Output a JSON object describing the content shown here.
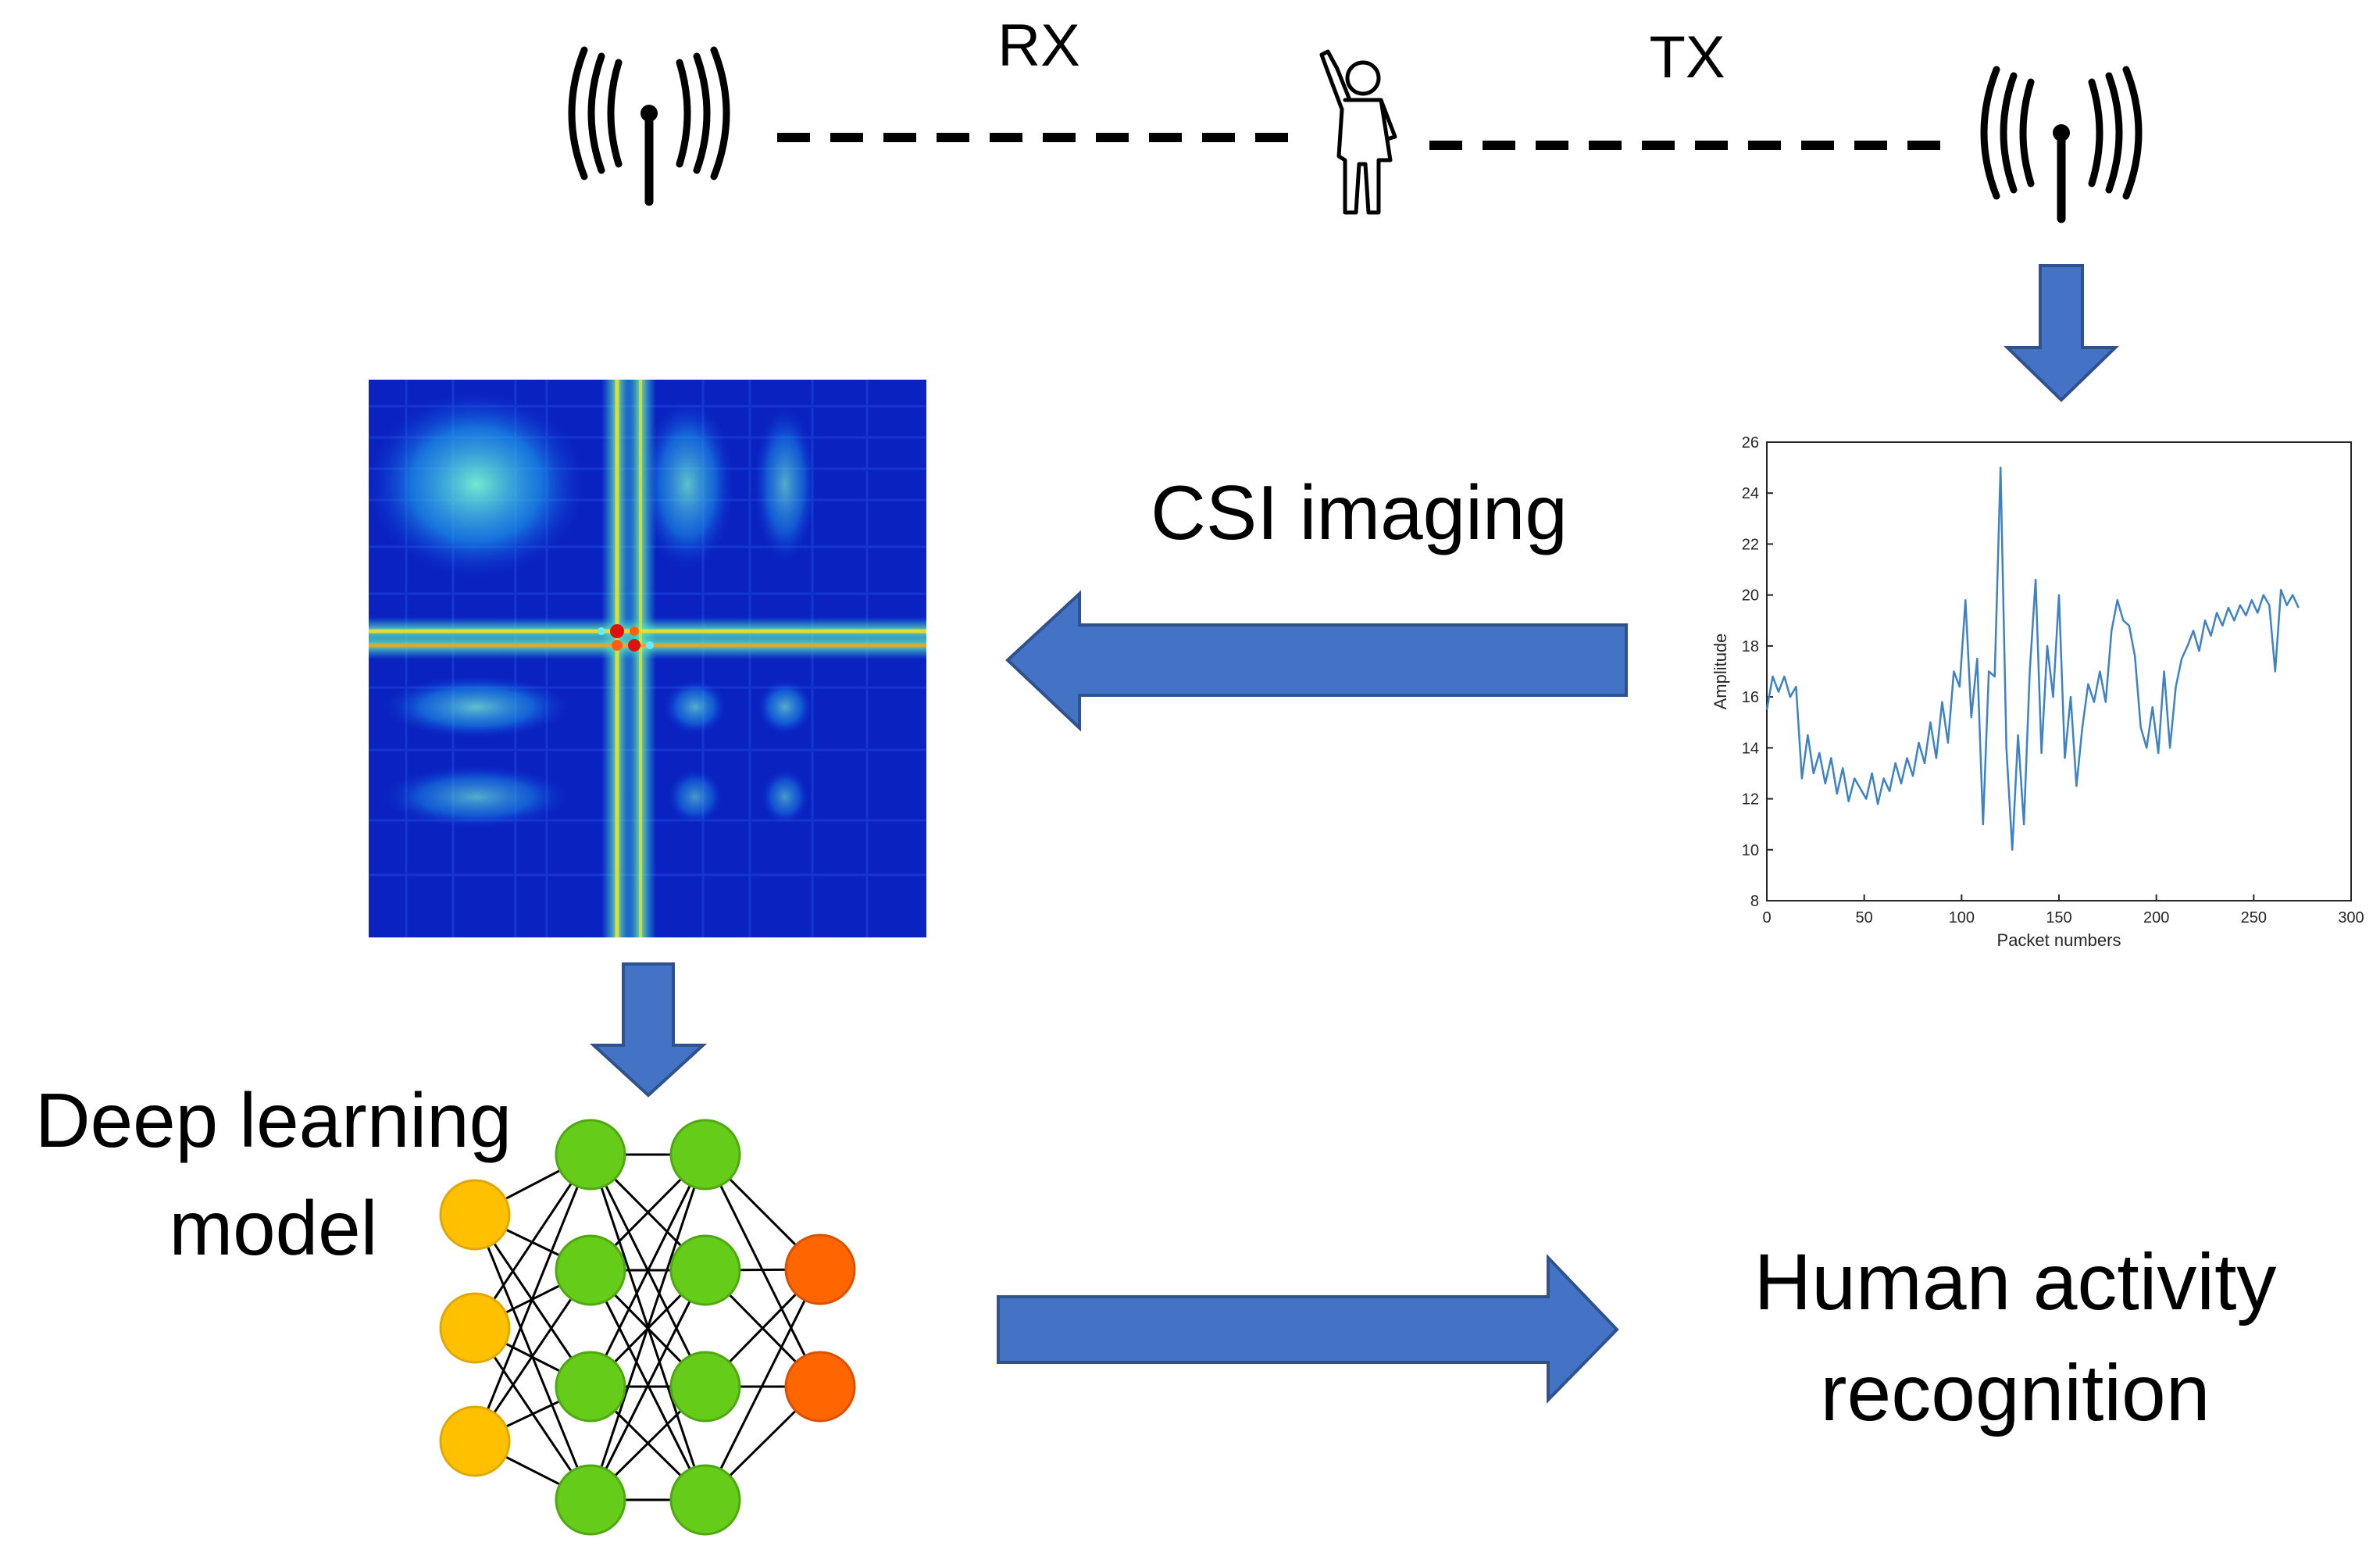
{
  "labels": {
    "rx": "RX",
    "tx": "TX",
    "csi_imaging": "CSI imaging",
    "deep_learning_line1": "Deep learning",
    "deep_learning_line2": "model",
    "har_line1": "Human activity",
    "har_line2": "recognition"
  },
  "icons": {
    "receiver": "antenna-icon",
    "transmitter": "antenna-icon",
    "person": "waving-person-icon"
  },
  "colors": {
    "arrow_fill": "#4472C4",
    "arrow_stroke": "#2F528F",
    "plot_line": "#3C82C4",
    "heatmap_bg": "#0A22C0",
    "input_node": "#FFC000",
    "hidden_node": "#66CC1A",
    "output_node": "#FF6600"
  },
  "neural_net": {
    "layers": [
      3,
      4,
      4,
      2
    ]
  },
  "chart_data": {
    "type": "line",
    "xlabel": "Packet numbers",
    "ylabel": "Amplitude",
    "xlim": [
      0,
      300
    ],
    "ylim": [
      8,
      26
    ],
    "xticks": [
      0,
      50,
      100,
      150,
      200,
      250,
      300
    ],
    "yticks": [
      8,
      10,
      12,
      14,
      16,
      18,
      20,
      22,
      24,
      26
    ],
    "series": [
      {
        "x": [
          0,
          3,
          6,
          9,
          12,
          15,
          18,
          21,
          24,
          27,
          30,
          33,
          36,
          39,
          42,
          45,
          48,
          51,
          54,
          57,
          60,
          63,
          66,
          69,
          72,
          75,
          78,
          81,
          84,
          87,
          90,
          93,
          96,
          99,
          102,
          105,
          108,
          111,
          114,
          117,
          120,
          123,
          126,
          129,
          132,
          135,
          138,
          141,
          144,
          147,
          150,
          153,
          156,
          159,
          162,
          165,
          168,
          171,
          174,
          177,
          180,
          183,
          186,
          189,
          192,
          195,
          198,
          201,
          204,
          207,
          210,
          213,
          216,
          219,
          222,
          225,
          228,
          231,
          234,
          237,
          240,
          243,
          246,
          249,
          252,
          255,
          258,
          261,
          264,
          267,
          270,
          273
        ],
        "y": [
          15.5,
          16.8,
          16.2,
          16.8,
          16.0,
          16.4,
          12.8,
          14.5,
          13.0,
          13.8,
          12.6,
          13.6,
          12.2,
          13.2,
          11.9,
          12.8,
          12.4,
          12.0,
          13.0,
          11.8,
          12.8,
          12.3,
          13.4,
          12.6,
          13.6,
          12.9,
          14.2,
          13.4,
          15.0,
          13.6,
          15.8,
          14.2,
          17.0,
          16.4,
          19.8,
          15.2,
          17.5,
          11.0,
          17.0,
          16.8,
          25.0,
          14.0,
          10.0,
          14.5,
          11.0,
          17.0,
          20.6,
          13.8,
          18.0,
          16.0,
          20.0,
          13.6,
          16.0,
          12.5,
          14.8,
          16.5,
          15.8,
          17.0,
          15.8,
          18.6,
          19.8,
          19.0,
          18.8,
          17.6,
          14.8,
          14.0,
          15.6,
          13.8,
          17.0,
          14.0,
          16.4,
          17.5,
          18.0,
          18.6,
          17.8,
          19.0,
          18.4,
          19.3,
          18.8,
          19.5,
          19.0,
          19.6,
          19.2,
          19.8,
          19.3,
          20.0,
          19.6,
          17.0,
          20.2,
          19.6,
          20.0,
          19.5
        ]
      }
    ]
  }
}
